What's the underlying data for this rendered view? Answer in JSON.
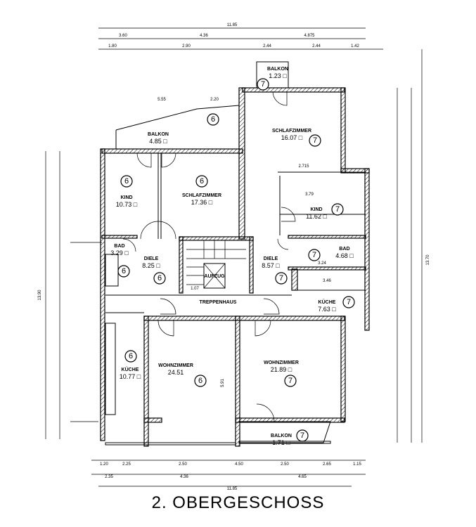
{
  "title": "2. OBERGESCHOSS",
  "rooms": [
    {
      "label": "BALKON",
      "area": "4.85 □",
      "unit": "6"
    },
    {
      "label": "KIND",
      "area": "10.73 □",
      "unit": "6"
    },
    {
      "label": "SCHLAFZIMMER",
      "area": "17.36 □",
      "unit": "6"
    },
    {
      "label": "SCHLAFZIMMER",
      "area": "16.07 □",
      "unit": "7"
    },
    {
      "label": "BALKON",
      "area": "1.23 □",
      "unit": "7"
    },
    {
      "label": "KIND",
      "area": "11.62 □",
      "unit": "7"
    },
    {
      "label": "BAD",
      "area": "4.68 □",
      "unit": "7"
    },
    {
      "label": "BAD",
      "area": "3.29 □",
      "unit": "6"
    },
    {
      "label": "DIELE",
      "area": "8.25 □",
      "unit": "6"
    },
    {
      "label": "DIELE",
      "area": "8.57 □",
      "unit": "7"
    },
    {
      "label": "KÜCHE",
      "area": "7.63 □",
      "unit": "7"
    },
    {
      "label": "KÜCHE",
      "area": "10.77 □",
      "unit": "6"
    },
    {
      "label": "WOHNZIMMER",
      "area": "24.51",
      "unit": "6"
    },
    {
      "label": "WOHNZIMMER",
      "area": "21.89 □",
      "unit": "7"
    },
    {
      "label": "BALKON",
      "area": "1.71 □",
      "unit": "7"
    }
  ],
  "stair": {
    "elevator": "AUFZUG",
    "stairwell": "TREPPENHAUS"
  },
  "dimensions": {
    "top_total": "11.85",
    "top_a": "3.60",
    "top_b": "4.36",
    "top_c": "4.875",
    "top2_a": "1.80",
    "top2_b": "2.90",
    "top2_c": "2.44",
    "top2_d": "2.44",
    "top2_e": "1.42",
    "bottom_total": "11.85",
    "bottom_a": "2.35",
    "bottom_b": "4.36",
    "bottom_c": "4.65",
    "bottom2_a": "1.20",
    "bottom2_b": "2.25",
    "bottom2_c": "2.50",
    "bottom2_d": "4.50",
    "bottom2_e": "2.50",
    "bottom2_f": "2.65",
    "bottom2_g": "1.15",
    "left_total": "13.90",
    "right_total": "13.70",
    "inner_a": "5.55",
    "inner_b": "2.20",
    "inner_c": "2.715",
    "inner_d": "3.79",
    "inner_e": "3.24",
    "inner_f": "3.46",
    "inner_g": "1.07",
    "inner_h": "5.91"
  }
}
